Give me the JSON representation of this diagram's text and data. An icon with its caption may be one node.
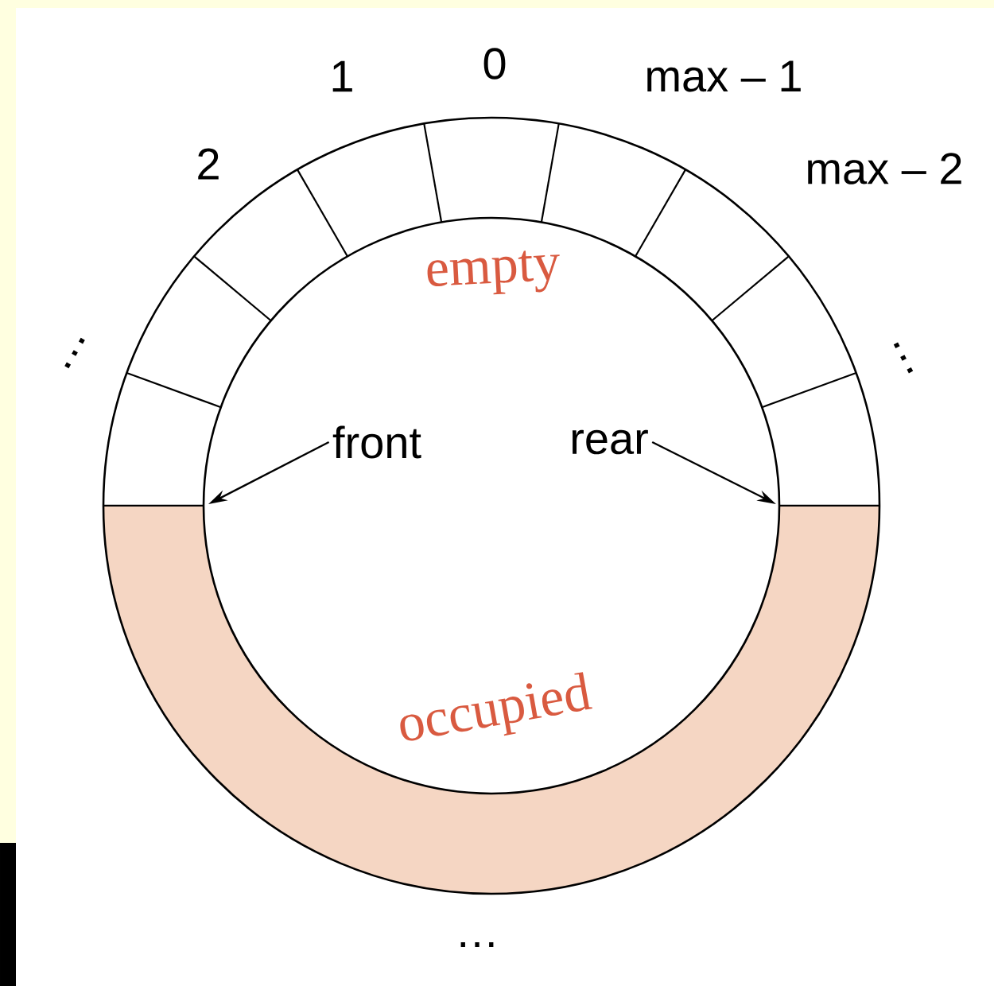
{
  "diagram": {
    "nodes": [
      {
        "text": [
          "front"
        ]
      },
      {
        "text": [
          "rear"
        ]
      }
    ],
    "edges": [
      {
        "from": 0,
        "to": null,
        "arrow": "to"
      },
      {
        "from": 1,
        "to": null,
        "arrow": "to"
      }
    ],
    "labels": [
      "0",
      "1",
      "max – 1",
      "2",
      "max – 2",
      "…",
      "…",
      "empty",
      "occupied",
      "…"
    ]
  }
}
